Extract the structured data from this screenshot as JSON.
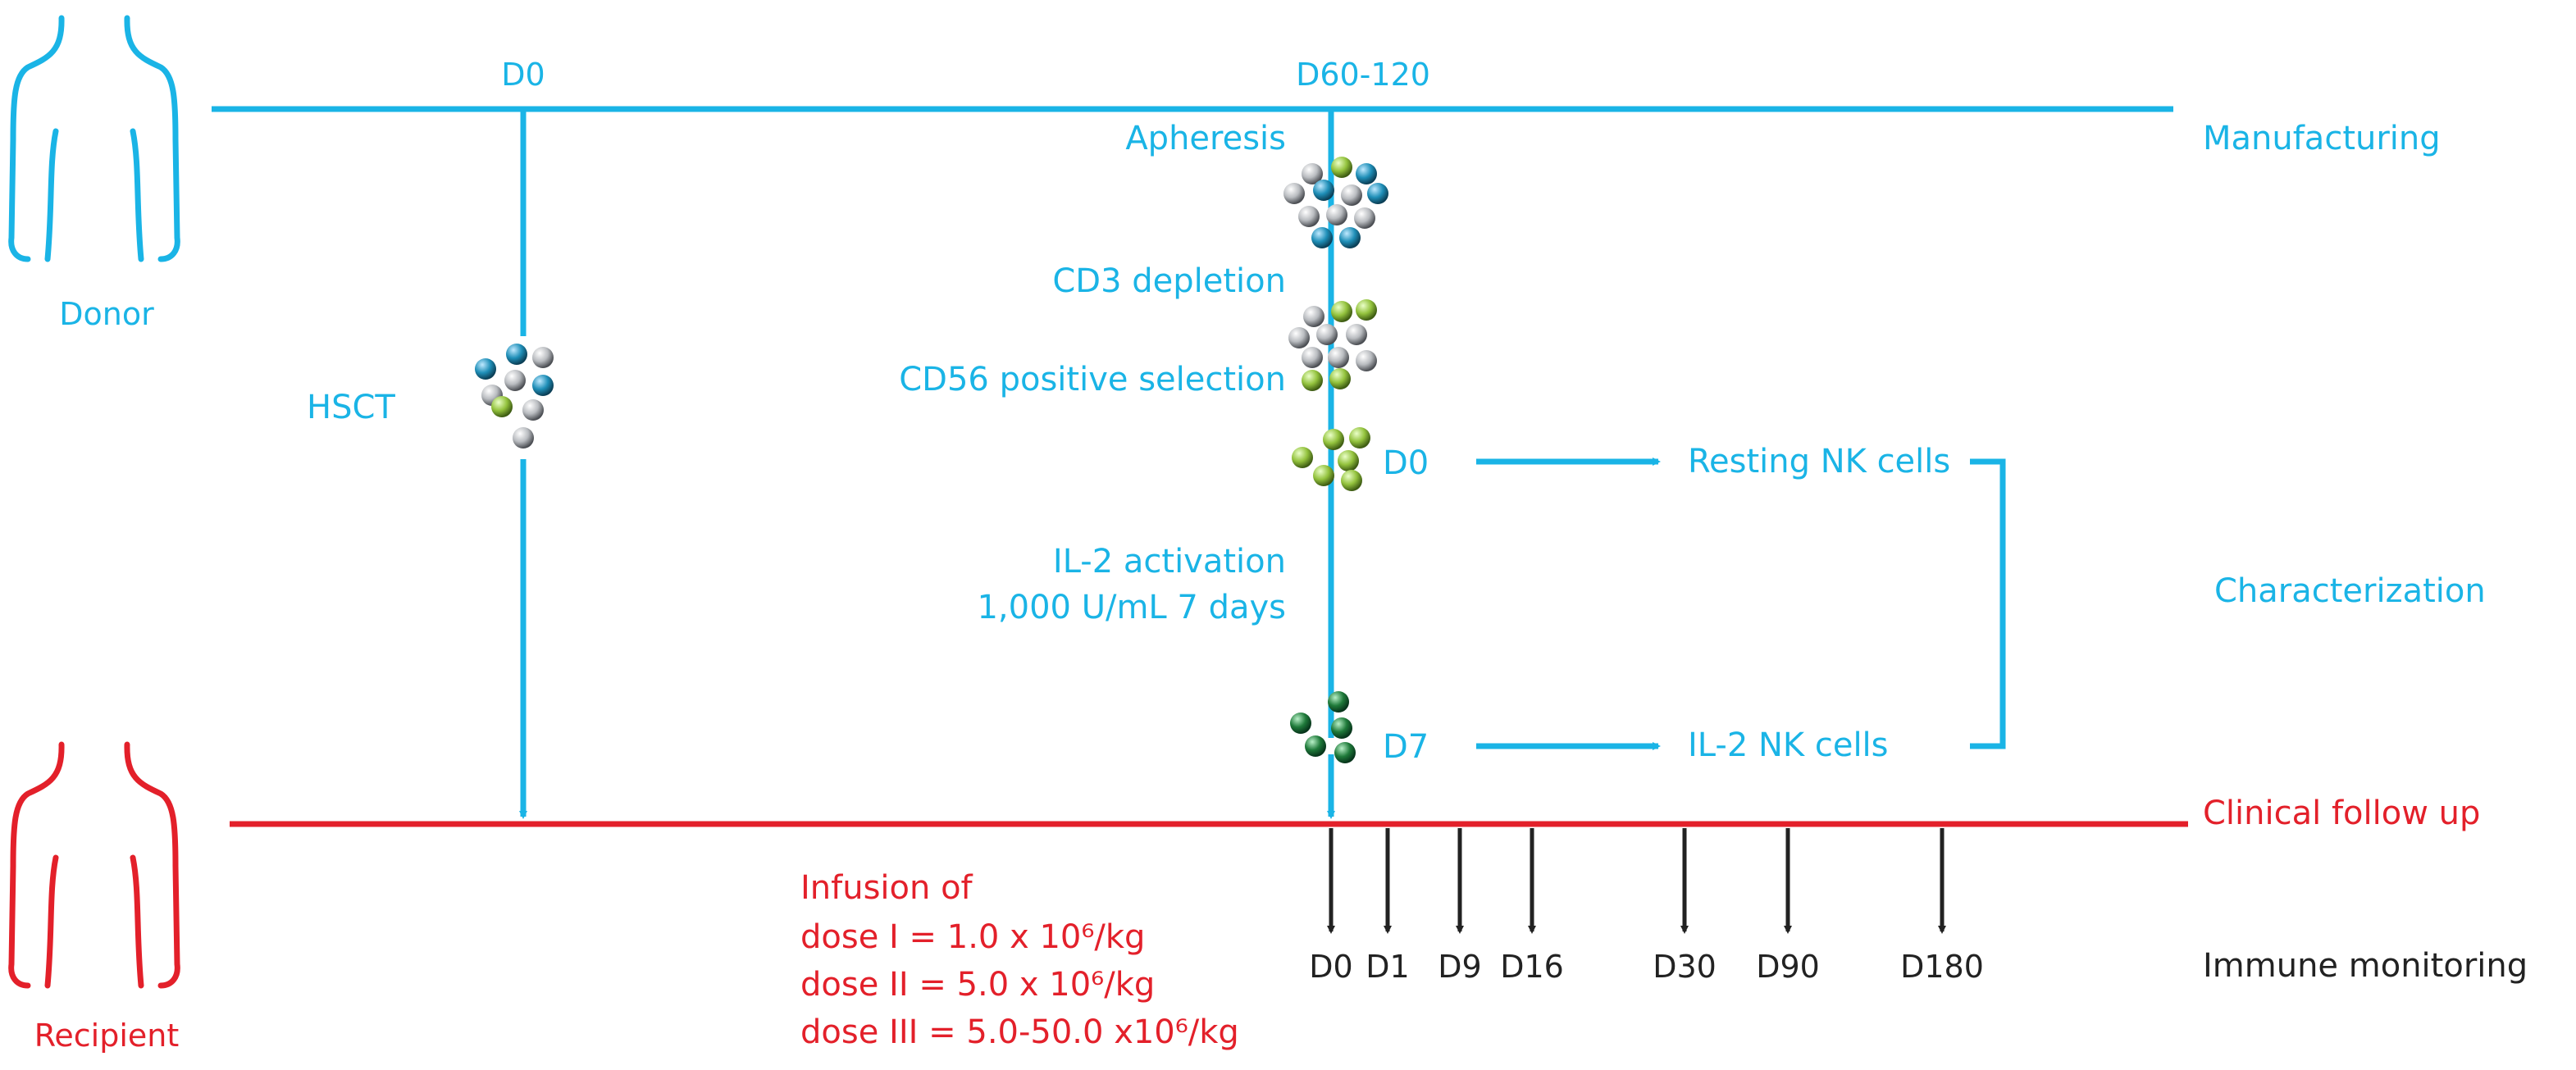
{
  "colors": {
    "manufacturing": "#1ab4e6",
    "clinical": "#e3202a",
    "monitoring": "#222222",
    "cell_gray": "#b9bcc0",
    "cell_blue": "#1f8fb8",
    "cell_lightgreen": "#93c23d",
    "cell_darkgreen": "#1f7a3a"
  },
  "labels": {
    "donor": "Donor",
    "recipient": "Recipient",
    "manufacturing": "Manufacturing",
    "characterization": "Characterization",
    "clinical_follow_up": "Clinical follow up",
    "immune_monitoring": "Immune monitoring"
  },
  "timeline": {
    "d0": "D0",
    "d60_120": "D60-120",
    "hsct": "HSCT"
  },
  "steps": {
    "apheresis": "Apheresis",
    "cd3_depletion": "CD3 depletion",
    "cd56_selection": "CD56 positive selection",
    "prod_d0": "D0",
    "il2_activation": "IL-2 activation",
    "il2_dose": "1,000 U/mL 7 days",
    "prod_d7": "D7"
  },
  "products": {
    "resting": "Resting NK cells",
    "il2": "IL-2 NK cells"
  },
  "infusion": {
    "title": "Infusion of",
    "dose1": "dose I = 1.0 x 10⁶/kg",
    "dose2": "dose II = 5.0 x 10⁶/kg",
    "dose3": "dose III = 5.0-50.0 x10⁶/kg"
  },
  "monitoring_days": [
    "D0",
    "D1",
    "D9",
    "D16",
    "D30",
    "D90",
    "D180"
  ]
}
